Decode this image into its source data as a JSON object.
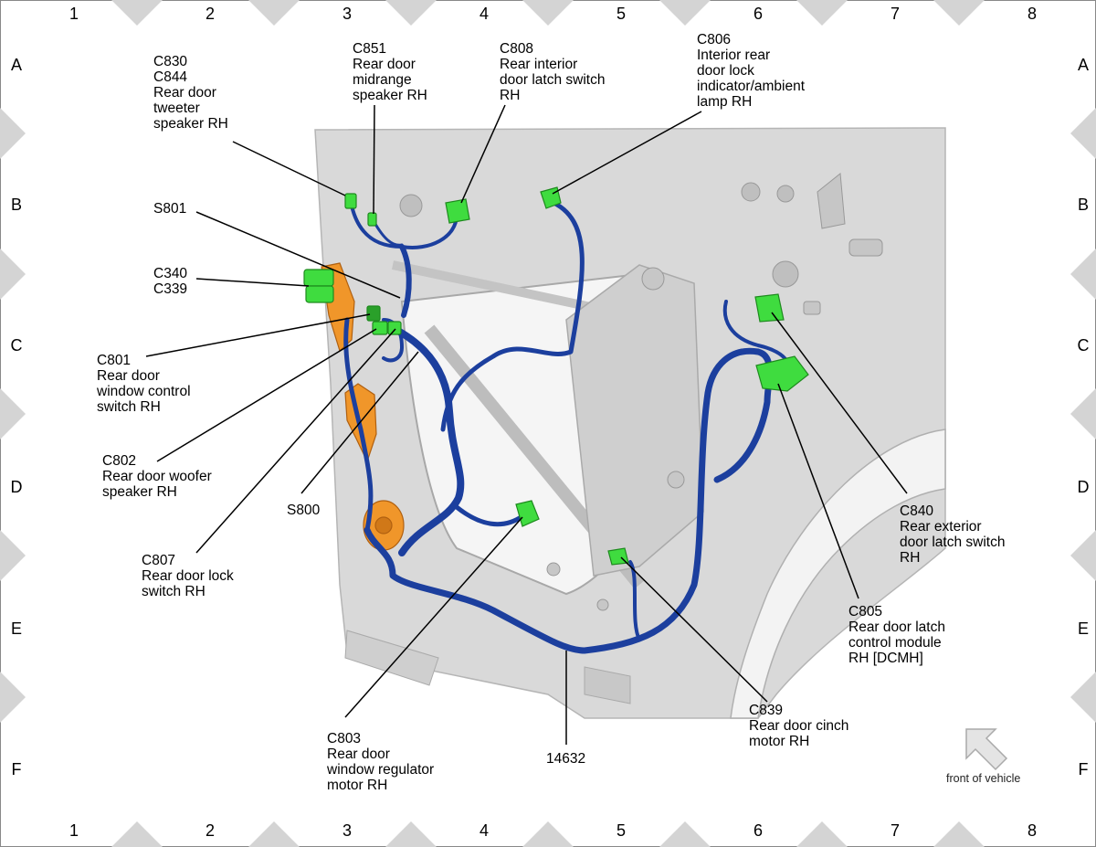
{
  "grid": {
    "columns": [
      "1",
      "2",
      "3",
      "4",
      "5",
      "6",
      "7",
      "8"
    ],
    "rows": [
      "A",
      "B",
      "C",
      "D",
      "E",
      "F"
    ]
  },
  "callouts": {
    "c830_c844": "C830\nC844\nRear door\ntweeter\nspeaker RH",
    "c851": "C851\nRear door\nmidrange\nspeaker RH",
    "c808": "C808\nRear interior\ndoor latch switch\nRH",
    "c806": "C806\nInterior rear\ndoor lock\nindicator/ambient\nlamp RH",
    "s801": "S801",
    "c340_c339": "C340\nC339",
    "c801": "C801\nRear door\nwindow control\nswitch RH",
    "c802": "C802\nRear door woofer\nspeaker RH",
    "s800": "S800",
    "c807": "C807\nRear door lock\nswitch RH",
    "c803": "C803\nRear door\nwindow regulator\nmotor RH",
    "harness_14632": "14632",
    "c839": "C839\nRear door cinch\nmotor RH",
    "c805": "C805\nRear door latch\ncontrol module\nRH [DCMH]",
    "c840": "C840\nRear exterior\ndoor latch switch\nRH"
  },
  "orientation": {
    "label": "front of vehicle",
    "icon": "arrow-up-left-icon"
  },
  "colors": {
    "harness": "#1c3f9e",
    "connector": "#3fdc3f",
    "orange_component": "#f0962a",
    "door_panel": "#d9d9d9"
  }
}
